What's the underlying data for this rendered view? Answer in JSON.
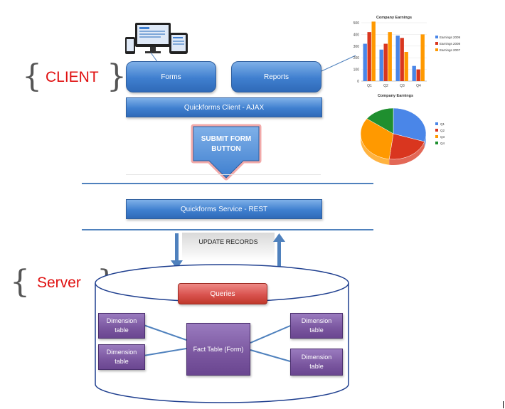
{
  "labels": {
    "client": "CLIENT",
    "server": "Server"
  },
  "client": {
    "forms": "Forms",
    "reports": "Reports",
    "ajax_bar": "Quickforms Client - AJAX",
    "submit_line1": "SUBMIT FORM",
    "submit_line2": "BUTTON"
  },
  "service": {
    "rest_bar": "Quickforms Service - REST",
    "update_records": "UPDATE RECORDS"
  },
  "server": {
    "queries": "Queries",
    "fact_table": "Fact Table (Form)",
    "dim_tl_1": "Dimension",
    "dim_tl_2": "table",
    "dim_bl_1": "Dimension",
    "dim_bl_2": "table",
    "dim_tr_1": "Dimension",
    "dim_tr_2": "table",
    "dim_br_1": "Dimension",
    "dim_br_2": "table"
  },
  "colors": {
    "blue": "#3f7fcf",
    "purple": "#7a569f",
    "red_text": "#e01010",
    "queries_red": "#d9534f"
  },
  "chart_data": [
    {
      "type": "bar",
      "title": "Company Earnings",
      "categories": [
        "Q1",
        "Q2",
        "Q3",
        "Q4"
      ],
      "ylim": [
        0,
        500
      ],
      "yticks": [
        "0",
        "100",
        "200",
        "300",
        "400",
        "500"
      ],
      "series": [
        {
          "name": "Earnings 2009",
          "color": "#4a86e8",
          "values": [
            320,
            270,
            390,
            130
          ]
        },
        {
          "name": "Earnings 2008",
          "color": "#d9361f",
          "values": [
            420,
            320,
            370,
            100
          ]
        },
        {
          "name": "Earnings 2007",
          "color": "#ff9900",
          "values": [
            510,
            420,
            250,
            400
          ]
        }
      ],
      "legend": "right"
    },
    {
      "type": "pie",
      "title": "Company Earnings",
      "categories": [
        "Q1",
        "Q2",
        "Q3",
        "Q4"
      ],
      "values": [
        30,
        22,
        33,
        15
      ],
      "colors": [
        "#4a86e8",
        "#d9361f",
        "#ff9900",
        "#1f8f2f"
      ],
      "legend": "right"
    }
  ]
}
